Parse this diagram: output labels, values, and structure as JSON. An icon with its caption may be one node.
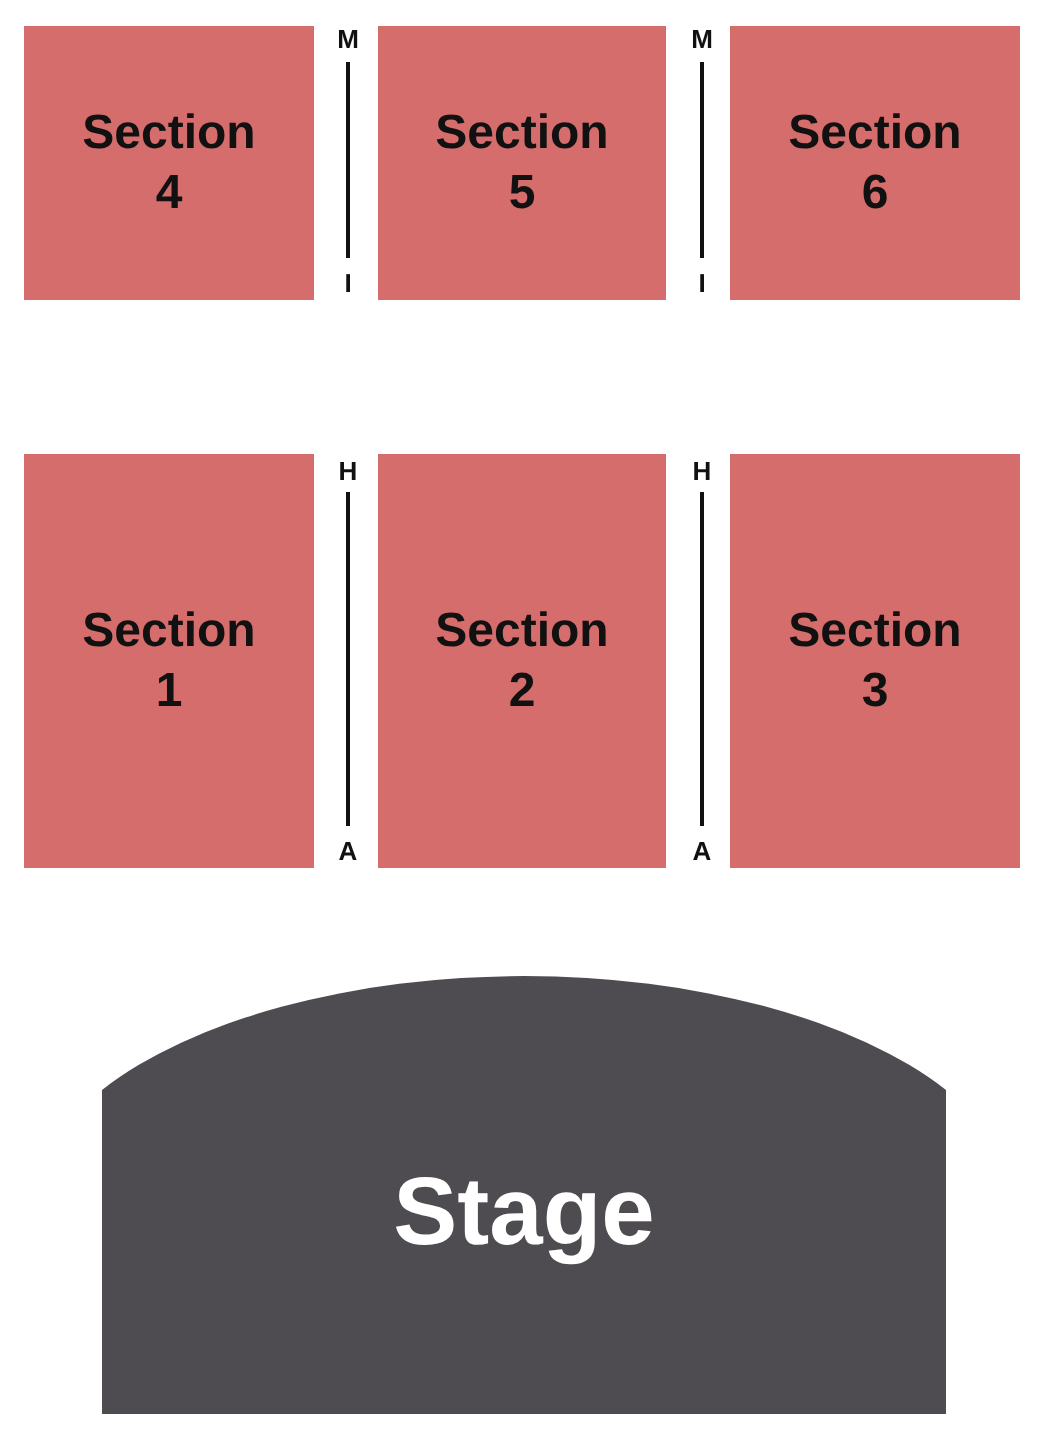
{
  "diagram": {
    "nodes": [
      {
        "text": [
          "Section 4"
        ]
      },
      {
        "text": [
          "Section 5"
        ]
      },
      {
        "text": [
          "Section 6"
        ]
      },
      {
        "text": [
          "Section 1"
        ]
      },
      {
        "text": [
          "Section 2"
        ]
      },
      {
        "text": [
          "Section 3"
        ]
      },
      {
        "text": [
          "Stage"
        ]
      }
    ],
    "labels": [
      "M",
      "M",
      "I",
      "I",
      "H",
      "H",
      "A",
      "A"
    ]
  }
}
